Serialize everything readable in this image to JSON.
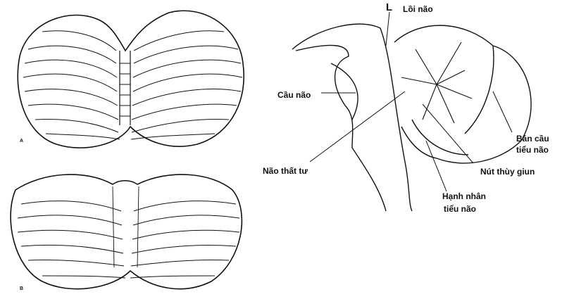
{
  "panel_a": {
    "letter": "A"
  },
  "panel_b": {
    "letter": "B"
  },
  "sagittal": {
    "marker_l": "L",
    "label_loi_nao": "Lồi não",
    "label_cau_nao": "Cầu não",
    "label_nao_that_tu": "Não thất tư",
    "label_ban_cau_1": "Bán cầu",
    "label_ban_cau_2": "tiểu não",
    "label_nut_thuy_giun": "Nút thùy giun",
    "label_hanh_nhan_1": "Hạnh nhân",
    "label_hanh_nhan_2": "tiểu não"
  }
}
